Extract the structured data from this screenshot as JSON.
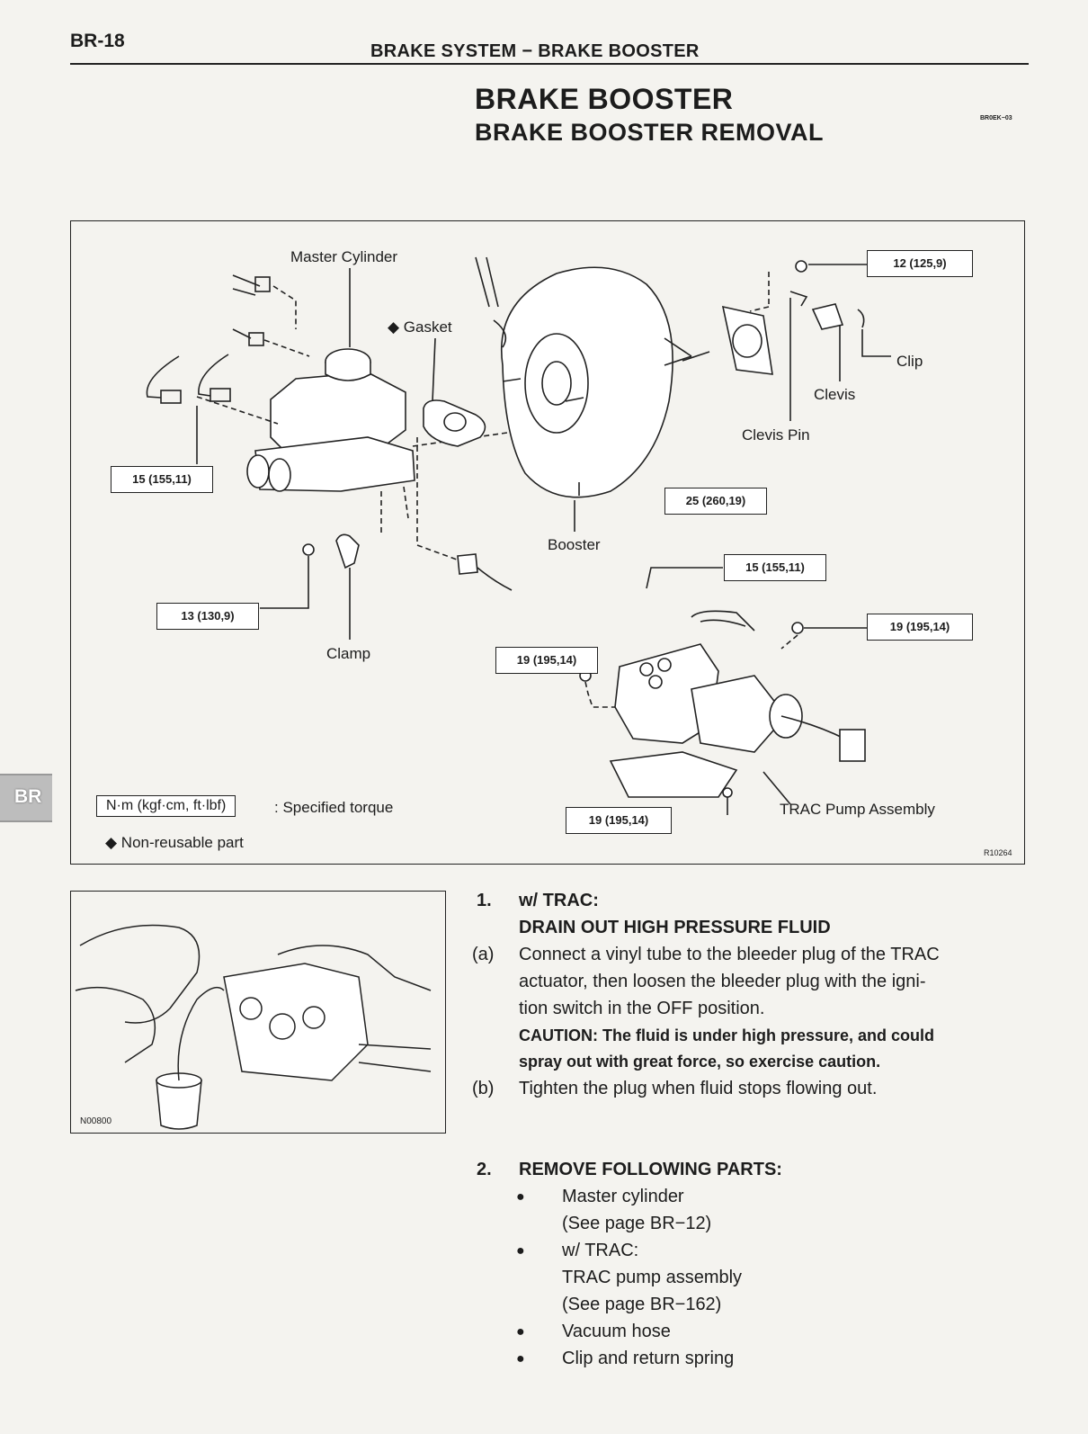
{
  "header": {
    "page_num": "BR-18",
    "section": "BRAKE SYSTEM − BRAKE BOOSTER",
    "title": "BRAKE BOOSTER",
    "subtitle": "BRAKE BOOSTER REMOVAL",
    "doc_code": "BR0EK−03"
  },
  "side_tab": "BR",
  "figure_main": {
    "labels": {
      "master_cylinder": "Master Cylinder",
      "gasket": "◆ Gasket",
      "booster": "Booster",
      "clip": "Clip",
      "clevis": "Clevis",
      "clevis_pin": "Clevis Pin",
      "clamp": "Clamp",
      "trac_pump": "TRAC Pump Assembly"
    },
    "torques": {
      "t_clevis_nut": "12 (125,9)",
      "t_master": "15 (155,11)",
      "t_booster": "25 (260,19)",
      "t_trac_line": "15 (155,11)",
      "t_clamp": "13 (130,9)",
      "t_pump_right": "19 (195,14)",
      "t_pump_left": "19 (195,14)",
      "t_pump_bottom": "19 (195,14)"
    },
    "legend": {
      "unit": "N·m (kgf·cm, ft·lbf)",
      "unit_desc": ": Specified torque",
      "nonreusable": "◆ Non-reusable part"
    },
    "fig_id": "R10264"
  },
  "figure_small": {
    "fig_id": "N00800"
  },
  "steps": {
    "s1_num": "1.",
    "s1_title_a": "w/ TRAC:",
    "s1_title_b": "DRAIN OUT HIGH PRESSURE FLUID",
    "s1a_mark": "(a)",
    "s1a_l1": "Connect a vinyl tube to the bleeder plug of the TRAC",
    "s1a_l2": "actuator, then loosen the bleeder plug with the igni-",
    "s1a_l3": "tion switch in the OFF position.",
    "caution_l1": "CAUTION: The fluid is under high pressure, and could",
    "caution_l2": "spray out with great force, so exercise caution.",
    "s1b_mark": "(b)",
    "s1b_l1": "Tighten the plug when fluid stops flowing out.",
    "s2_num": "2.",
    "s2_title": "REMOVE FOLLOWING PARTS:",
    "items": [
      {
        "l1": "Master cylinder",
        "l2": "(See page BR−12)"
      },
      {
        "l1": "w/ TRAC:",
        "l2": "TRAC pump assembly",
        "l3": "(See page BR−162)"
      },
      {
        "l1": "Vacuum hose"
      },
      {
        "l1": "Clip and return spring"
      }
    ]
  }
}
